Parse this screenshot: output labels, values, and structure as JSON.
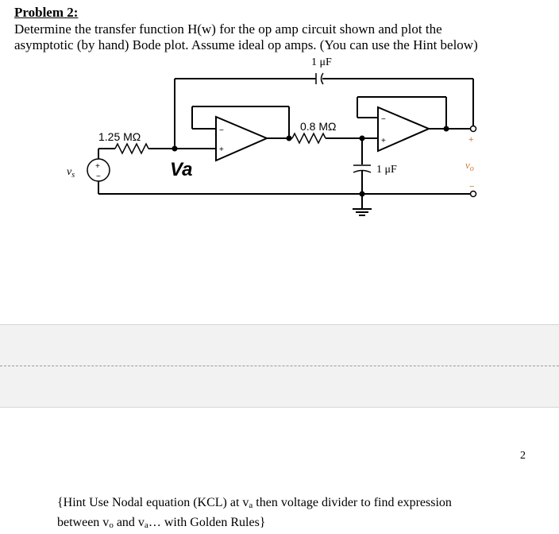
{
  "problem": {
    "title": "Problem 2:",
    "line1": "Determine the transfer function H(w) for the  op amp circuit shown  and plot the",
    "line2": "asymptotic (by hand) Bode plot. Assume ideal op amps. (You can use the Hint below)"
  },
  "circuit": {
    "cap_top_label": "1 μF",
    "r1_label": "1.25 MΩ",
    "r2_label": "0.8 MΩ",
    "cap_bottom_label": "1 μF",
    "source_label": "v",
    "source_sub": "s",
    "output_label": "v",
    "output_sub": "o",
    "node_label": "Va",
    "plus": "+",
    "minus": "−",
    "output_plus": "+",
    "output_minus": "−"
  },
  "page": {
    "number": "2"
  },
  "hint": {
    "part1": "{Hint Use Nodal equation (KCL) at v",
    "sub_a": "a",
    "part2": " then voltage divider to find expression",
    "part3": "between v",
    "sub_o": "o",
    "part4": " and v",
    "sub_a2": "a",
    "part5": "…  with Golden Rules}"
  }
}
